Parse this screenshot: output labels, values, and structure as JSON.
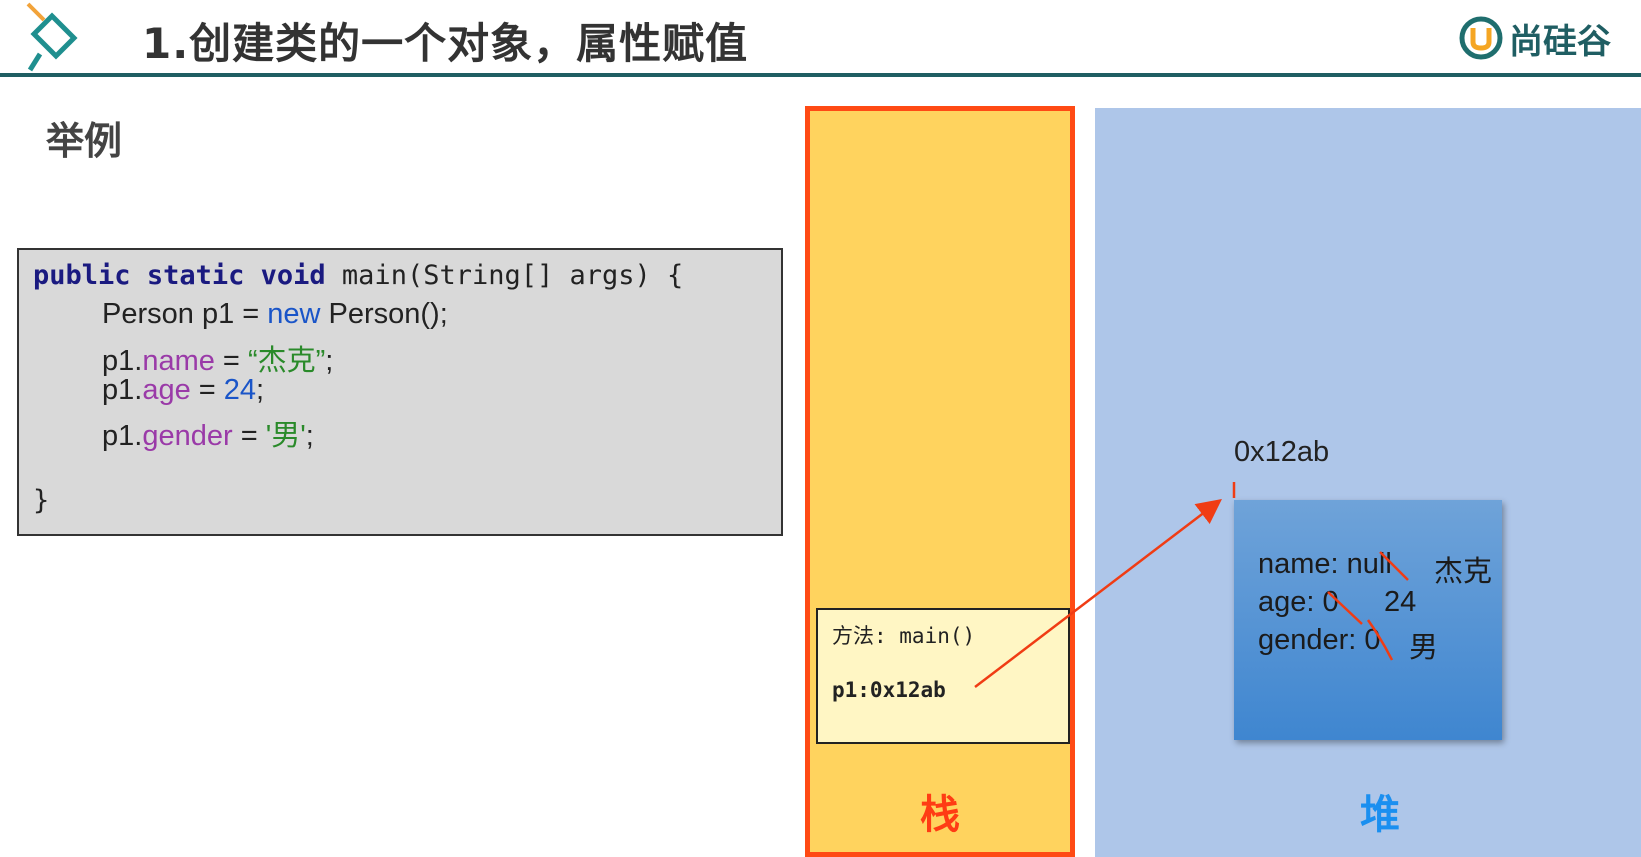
{
  "header": {
    "title": "1.创建类的一个对象，属性赋值",
    "brand": "尚硅谷"
  },
  "subtitle": "举例",
  "code": {
    "line1": {
      "kw1": "public",
      "kw2": "static",
      "kw3": "void",
      "rest": "main(String[] args) {"
    },
    "line2": {
      "a": "Person p1 = ",
      "new": "new",
      "b": " Person();"
    },
    "line3": {
      "a": "p1.",
      "field": "name",
      "b": " = ",
      "str": "“杰克”",
      "c": ";"
    },
    "line4": {
      "a": "p1.",
      "field": "age",
      "b": " = ",
      "num": "24",
      "c": ";"
    },
    "line5": {
      "a": "p1.",
      "field": "gender",
      "b": " = ",
      "str": "'男'",
      "c": ";"
    },
    "line6": "}"
  },
  "stack": {
    "label": "栈",
    "frame_method": "方法: main()",
    "frame_var": "p1:0x12ab"
  },
  "heap": {
    "label": "堆",
    "address": "0x12ab",
    "fields": [
      {
        "label": "name: null",
        "new_value": "杰克"
      },
      {
        "label": "age: 0",
        "new_value": "24"
      },
      {
        "label": "gender: 0",
        "new_value": "男"
      }
    ]
  },
  "colors": {
    "stack_bg": "#ffd35e",
    "stack_border": "#ff4a14",
    "heap_bg": "#aec6e9",
    "object_bg": "#3f86d0",
    "arrow": "#f03c14",
    "header_line": "#1f5e63"
  }
}
